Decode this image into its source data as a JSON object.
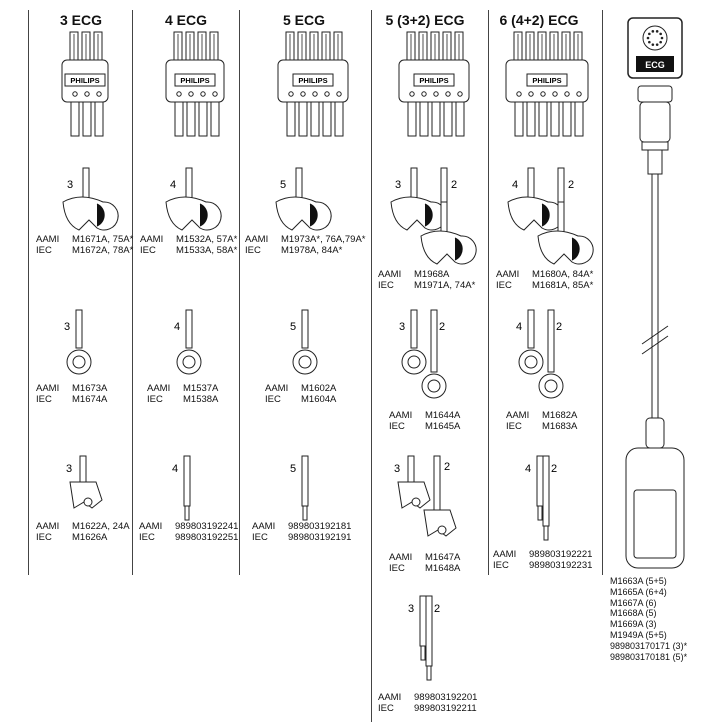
{
  "columns": [
    {
      "title": "3 ECG"
    },
    {
      "title": "4 ECG"
    },
    {
      "title": "5 ECG"
    },
    {
      "title": "5 (3+2) ECG"
    },
    {
      "title": "6 (4+2) ECG"
    }
  ],
  "brand": "PHILIPS",
  "ecg_label": "ECG",
  "entries": {
    "c1_clip": {
      "aami": "M1671A, 75A*",
      "iec": "M1672A, 78A*",
      "num": "3"
    },
    "c2_clip": {
      "aami": "M1532A, 57A*",
      "iec": "M1533A, 58A*",
      "num": "4"
    },
    "c3_clip": {
      "aami": "M1973A*, 76A,79A*",
      "iec": "M1978A, 84A*",
      "num": "5"
    },
    "c4_clip": {
      "aami": "M1968A",
      "iec": "M1971A, 74A*",
      "num": "3",
      "num2": "2"
    },
    "c5_clip": {
      "aami": "M1680A, 84A*",
      "iec": "M1681A, 85A*",
      "num": "4",
      "num2": "2"
    },
    "c1_ring": {
      "aami": "M1673A",
      "iec": "M1674A",
      "num": "3"
    },
    "c2_ring": {
      "aami": "M1537A",
      "iec": "M1538A",
      "num": "4"
    },
    "c3_ring": {
      "aami": "M1602A",
      "iec": "M1604A",
      "num": "5"
    },
    "c4_ring": {
      "aami": "M1644A",
      "iec": "M1645A",
      "num": "3",
      "num2": "2"
    },
    "c5_ring": {
      "aami": "M1682A",
      "iec": "M1683A",
      "num": "4",
      "num2": "2"
    },
    "c1_grab": {
      "aami": "M1622A, 24A",
      "iec": "M1626A",
      "num": "3"
    },
    "c2_pin": {
      "aami": "989803192241",
      "iec": "989803192251",
      "num": "4"
    },
    "c3_pin": {
      "aami": "989803192181",
      "iec": "989803192191",
      "num": "5"
    },
    "c4_grab": {
      "aami": "M1647A",
      "iec": "M1648A",
      "num": "3",
      "num2": "2"
    },
    "c5_pin": {
      "aami": "989803192221",
      "iec": "989803192231",
      "num": "4",
      "num2": "2"
    },
    "c4_pin": {
      "aami": "989803192201",
      "iec": "989803192211",
      "num": "3",
      "num2": "2"
    }
  },
  "aami_label": "AAMI",
  "iec_label": "IEC",
  "cables": [
    "M1663A (5+5)",
    "M1665A (6+4)",
    "M1667A (6)",
    "M1668A (5)",
    "M1669A (3)",
    "M1949A (5+5)",
    "989803170171 (3)*",
    "989803170181 (5)*"
  ]
}
